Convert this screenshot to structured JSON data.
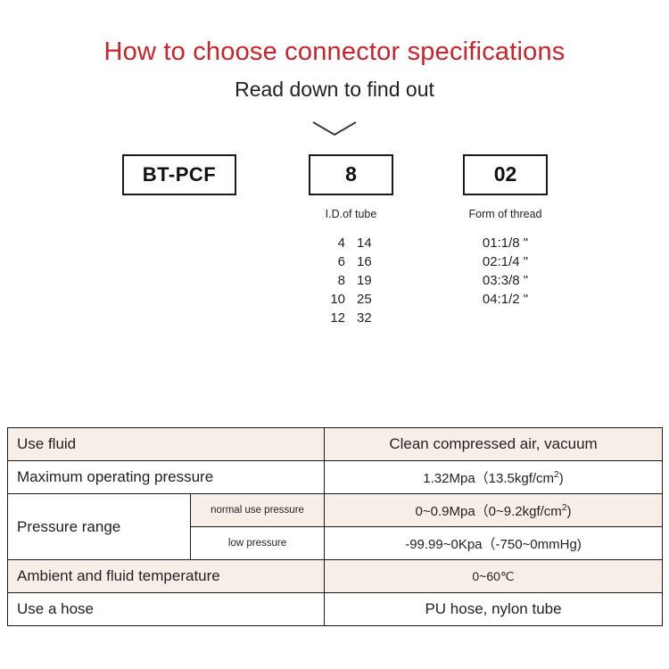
{
  "header": {
    "title": "How to choose connector specifications",
    "subtitle": "Read down to find out",
    "title_color": "#cc2229",
    "chevron_icon": "chevron-down-icon"
  },
  "selector": {
    "boxes": [
      {
        "value": "BT-PCF",
        "label": ""
      },
      {
        "value": "8",
        "label": "I.D.of tube"
      },
      {
        "value": "02",
        "label": "Form of thread"
      }
    ],
    "tube_sizes": [
      {
        "id": "4",
        "od": "14"
      },
      {
        "id": "6",
        "od": "16"
      },
      {
        "id": "8",
        "od": "19"
      },
      {
        "id": "10",
        "od": "25"
      },
      {
        "id": "12",
        "od": "32"
      }
    ],
    "thread_forms": [
      "01:1/8 \"",
      "02:1/4 \"",
      "03:3/8 \"",
      "04:1/2 \""
    ]
  },
  "spec_table": {
    "beige_color": "#f7efe7",
    "rows": [
      {
        "label": "Use fluid",
        "value": "Clean compressed air, vacuum",
        "shaded": true
      },
      {
        "label": "Maximum operating pressure",
        "value_main": "1.32Mpa（13.5kgf/cm",
        "value_sup": "2",
        "value_tail": ")",
        "shaded": false
      },
      {
        "label": "Pressure range",
        "sub_rows": [
          {
            "sub_label": "normal use pressure",
            "value_main": "0~0.9Mpa（0~9.2kgf/cm",
            "value_sup": "2",
            "value_tail": ")",
            "shaded": true
          },
          {
            "sub_label": "low pressure",
            "value_main": "-99.99~0Kpa（-750~0mmHg)",
            "shaded": false
          }
        ]
      },
      {
        "label": "Ambient and fluid temperature",
        "value": "0~60℃",
        "shaded": true
      },
      {
        "label": "Use a hose",
        "value": "PU hose, nylon tube",
        "shaded": false
      }
    ]
  }
}
